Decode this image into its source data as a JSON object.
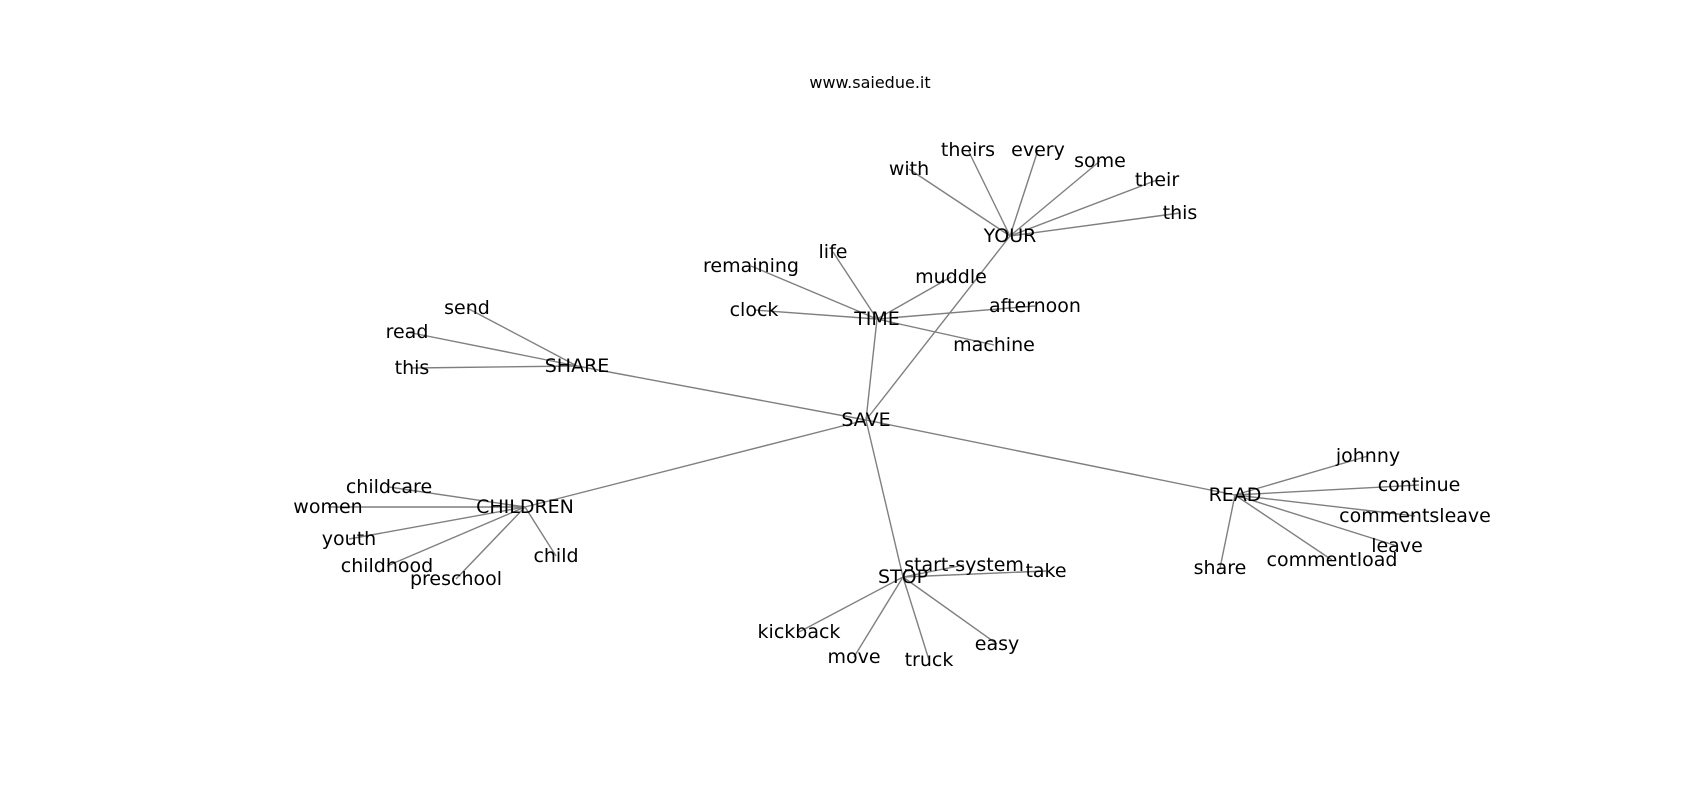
{
  "title": "www.saiedue.it",
  "edge_color": "#7f7f7f",
  "nodes": [
    {
      "id": "save",
      "label": "SAVE"
    },
    {
      "id": "your",
      "label": "YOUR"
    },
    {
      "id": "time",
      "label": "TIME"
    },
    {
      "id": "share_hub",
      "label": "SHARE"
    },
    {
      "id": "children",
      "label": "CHILDREN"
    },
    {
      "id": "stop",
      "label": "STOP"
    },
    {
      "id": "read_hub",
      "label": "READ"
    },
    {
      "id": "with",
      "label": "with"
    },
    {
      "id": "theirs",
      "label": "theirs"
    },
    {
      "id": "every",
      "label": "every"
    },
    {
      "id": "some",
      "label": "some"
    },
    {
      "id": "their",
      "label": "their"
    },
    {
      "id": "this_your",
      "label": "this"
    },
    {
      "id": "remaining",
      "label": "remaining"
    },
    {
      "id": "life",
      "label": "life"
    },
    {
      "id": "muddle",
      "label": "muddle"
    },
    {
      "id": "clock",
      "label": "clock"
    },
    {
      "id": "afternoon",
      "label": "afternoon"
    },
    {
      "id": "machine",
      "label": "machine"
    },
    {
      "id": "send",
      "label": "send"
    },
    {
      "id": "read_leaf",
      "label": "read"
    },
    {
      "id": "this_share",
      "label": "this"
    },
    {
      "id": "childcare",
      "label": "childcare"
    },
    {
      "id": "women",
      "label": "women"
    },
    {
      "id": "youth",
      "label": "youth"
    },
    {
      "id": "childhood",
      "label": "childhood"
    },
    {
      "id": "preschool",
      "label": "preschool"
    },
    {
      "id": "child",
      "label": "child"
    },
    {
      "id": "start_system",
      "label": "start-system"
    },
    {
      "id": "take",
      "label": "take"
    },
    {
      "id": "kickback",
      "label": "kickback"
    },
    {
      "id": "move",
      "label": "move"
    },
    {
      "id": "truck",
      "label": "truck"
    },
    {
      "id": "easy",
      "label": "easy"
    },
    {
      "id": "johnny",
      "label": "johnny"
    },
    {
      "id": "continue",
      "label": "continue"
    },
    {
      "id": "commentsleave",
      "label": "commentsleave"
    },
    {
      "id": "leave",
      "label": "leave"
    },
    {
      "id": "commentload",
      "label": "commentload"
    },
    {
      "id": "share_leaf",
      "label": "share"
    }
  ],
  "edges": [
    [
      "save",
      "your"
    ],
    [
      "save",
      "time"
    ],
    [
      "save",
      "share_hub"
    ],
    [
      "save",
      "children"
    ],
    [
      "save",
      "stop"
    ],
    [
      "save",
      "read_hub"
    ],
    [
      "your",
      "with"
    ],
    [
      "your",
      "theirs"
    ],
    [
      "your",
      "every"
    ],
    [
      "your",
      "some"
    ],
    [
      "your",
      "their"
    ],
    [
      "your",
      "this_your"
    ],
    [
      "time",
      "remaining"
    ],
    [
      "time",
      "life"
    ],
    [
      "time",
      "muddle"
    ],
    [
      "time",
      "clock"
    ],
    [
      "time",
      "afternoon"
    ],
    [
      "time",
      "machine"
    ],
    [
      "share_hub",
      "send"
    ],
    [
      "share_hub",
      "read_leaf"
    ],
    [
      "share_hub",
      "this_share"
    ],
    [
      "children",
      "childcare"
    ],
    [
      "children",
      "women"
    ],
    [
      "children",
      "youth"
    ],
    [
      "children",
      "childhood"
    ],
    [
      "children",
      "preschool"
    ],
    [
      "children",
      "child"
    ],
    [
      "stop",
      "start_system"
    ],
    [
      "stop",
      "take"
    ],
    [
      "stop",
      "kickback"
    ],
    [
      "stop",
      "move"
    ],
    [
      "stop",
      "truck"
    ],
    [
      "stop",
      "easy"
    ],
    [
      "read_hub",
      "johnny"
    ],
    [
      "read_hub",
      "continue"
    ],
    [
      "read_hub",
      "commentsleave"
    ],
    [
      "read_hub",
      "leave"
    ],
    [
      "read_hub",
      "commentload"
    ],
    [
      "read_hub",
      "share_leaf"
    ]
  ]
}
